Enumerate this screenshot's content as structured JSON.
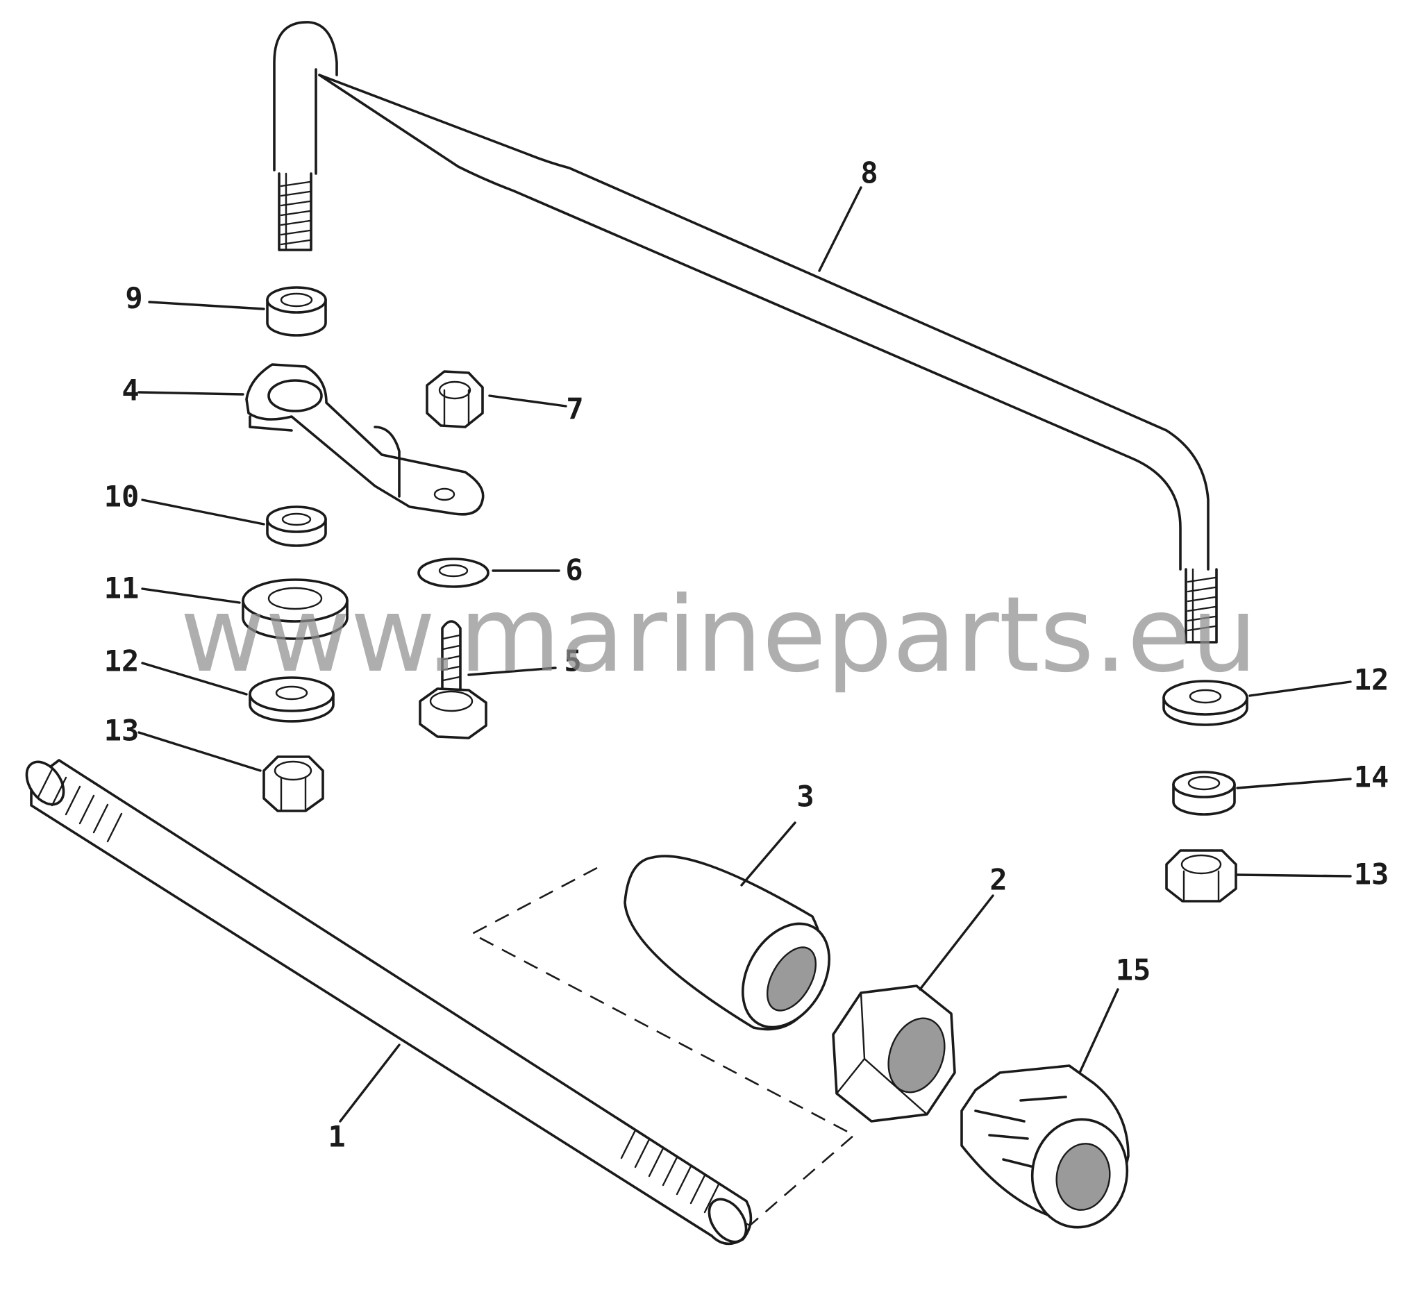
{
  "watermark": "www.marineparts.eu",
  "parts": [
    {
      "id": "part-1",
      "callout": "1"
    },
    {
      "id": "part-2",
      "callout": "2"
    },
    {
      "id": "part-3",
      "callout": "3"
    },
    {
      "id": "part-4",
      "callout": "4"
    },
    {
      "id": "part-5",
      "callout": "5"
    },
    {
      "id": "part-6",
      "callout": "6"
    },
    {
      "id": "part-7",
      "callout": "7"
    },
    {
      "id": "part-8",
      "callout": "8"
    },
    {
      "id": "part-9",
      "callout": "9"
    },
    {
      "id": "part-10",
      "callout": "10"
    },
    {
      "id": "part-11",
      "callout": "11"
    },
    {
      "id": "part-12-left",
      "callout": "12"
    },
    {
      "id": "part-12-right",
      "callout": "12"
    },
    {
      "id": "part-13-left",
      "callout": "13"
    },
    {
      "id": "part-13-right",
      "callout": "13"
    },
    {
      "id": "part-14",
      "callout": "14"
    },
    {
      "id": "part-15",
      "callout": "15"
    }
  ]
}
